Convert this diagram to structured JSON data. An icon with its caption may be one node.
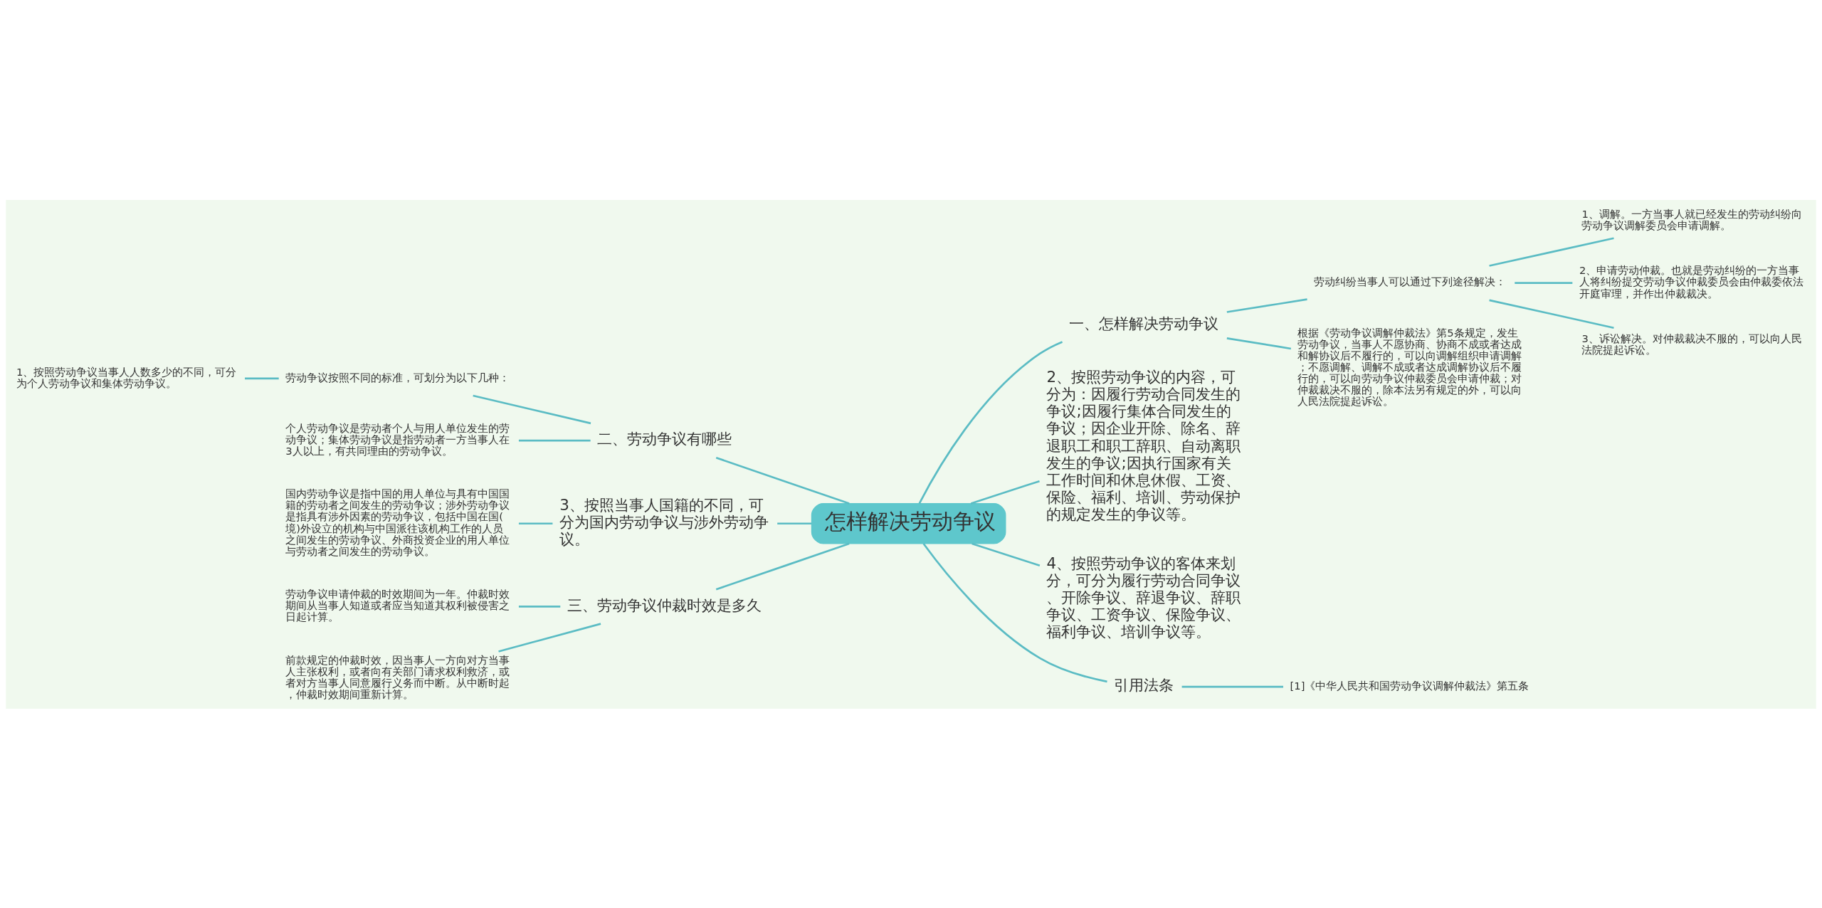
{
  "diagram": {
    "nodes": [
      {
        "text": [
          "怎样解决劳动争议"
        ]
      },
      {
        "text": [
          "一、怎样解决劳动争议"
        ]
      },
      {
        "text": [
          "劳动纠纷当事人可以通过下列途径解决："
        ]
      },
      {
        "text": [
          "1、调解。一方当事人就已经发生的劳动纠纷向劳动争议调解委员会申请调解。"
        ]
      },
      {
        "text": [
          "2、申请劳动仲裁。也就是劳动纠纷的一方当事人将纠纷提交劳动争议仲裁委员会由仲裁委依法开庭审理，并作出仲裁裁决。"
        ]
      },
      {
        "text": [
          "3、诉讼解决。对仲裁裁决不服的，可以向人民法院提起诉讼。"
        ]
      },
      {
        "text": [
          "根据《劳动争议调解仲裁法》第5条规定，发生劳动争议，当事人不愿协商、协商不成或者达成和解协议后不履行的，可以向调解组织申请调解；不愿调解、调解不成或者达成调解协议后不履行的，可以向劳动争议仲裁委员会申请仲裁；对仲裁裁决不服的，除本法另有规定的外，可以向人民法院提起诉讼。"
        ]
      },
      {
        "text": [
          "2、按照劳动争议的内容，可分为：因履行劳动合同发生的争议;因履行集体合同发生的争议；因企业开除、除名、辞退职工和职工辞职、自动离职发生的争议;因执行国家有关工作时间和休息休假、工资、保险、福利、培训、劳动保护的规定发生的争议等。"
        ]
      },
      {
        "text": [
          "4、按照劳动争议的客体来划分，可分为履行劳动合同争议、开除争议、辞退争议、辞职争议、工资争议、保险争议、福利争议、培训争议等。"
        ]
      },
      {
        "text": [
          "引用法条"
        ]
      },
      {
        "text": [
          "[1]《中华人民共和国劳动争议调解仲裁法》第五条"
        ]
      },
      {
        "text": [
          "二、劳动争议有哪些"
        ]
      },
      {
        "text": [
          "劳动争议按照不同的标准，可划分为以下几种："
        ]
      },
      {
        "text": [
          "1、按照劳动争议当事人人数多少的不同，可分为个人劳动争议和集体劳动争议。"
        ]
      },
      {
        "text": [
          "个人劳动争议是劳动者个人与用人单位发生的劳动争议；集体劳动争议是指劳动者一方当事人在3人以上，有共同理由的劳动争议。"
        ]
      },
      {
        "text": [
          "3、按照当事人国籍的不同，可分为国内劳动争议与涉外劳动争议。"
        ]
      },
      {
        "text": [
          "国内劳动争议是指中国的用人单位与具有中国国籍的劳动者之间发生的劳动争议；涉外劳动争议是指具有涉外因素的劳动争议，包括中国在国(境)外设立的机构与中国派往该机构工作的人员之间发生的劳动争议、外商投资企业的用人单位与劳动者之间发生的劳动争议。"
        ]
      },
      {
        "text": [
          "三、劳动争议仲裁时效是多久"
        ]
      },
      {
        "text": [
          "劳动争议申请仲裁的时效期间为一年。仲裁时效期间从当事人知道或者应当知道其权利被侵害之日起计算。"
        ]
      },
      {
        "text": [
          "前款规定的仲裁时效，因当事人一方向对方当事人主张权利，或者向有关部门请求权利救济，或者对方当事人同意履行义务而中断。从中断时起，仲裁时效期间重新计算。"
        ]
      }
    ],
    "edges": [
      {
        "from": 0,
        "to": 1,
        "arrow": "none"
      },
      {
        "from": 1,
        "to": 2,
        "arrow": "none"
      },
      {
        "from": 2,
        "to": 3,
        "arrow": "none"
      },
      {
        "from": 2,
        "to": 4,
        "arrow": "none"
      },
      {
        "from": 2,
        "to": 5,
        "arrow": "none"
      },
      {
        "from": 1,
        "to": 6,
        "arrow": "none"
      },
      {
        "from": 0,
        "to": 7,
        "arrow": "none"
      },
      {
        "from": 0,
        "to": 8,
        "arrow": "none"
      },
      {
        "from": 0,
        "to": 9,
        "arrow": "none"
      },
      {
        "from": 9,
        "to": 10,
        "arrow": "none"
      },
      {
        "from": 0,
        "to": 11,
        "arrow": "none"
      },
      {
        "from": 11,
        "to": 12,
        "arrow": "none"
      },
      {
        "from": 12,
        "to": 13,
        "arrow": "none"
      },
      {
        "from": 11,
        "to": 14,
        "arrow": "none"
      },
      {
        "from": 0,
        "to": 15,
        "arrow": "none"
      },
      {
        "from": 15,
        "to": 16,
        "arrow": "none"
      },
      {
        "from": 0,
        "to": 17,
        "arrow": "none"
      },
      {
        "from": 17,
        "to": 18,
        "arrow": "none"
      },
      {
        "from": 17,
        "to": 19,
        "arrow": "none"
      }
    ]
  }
}
